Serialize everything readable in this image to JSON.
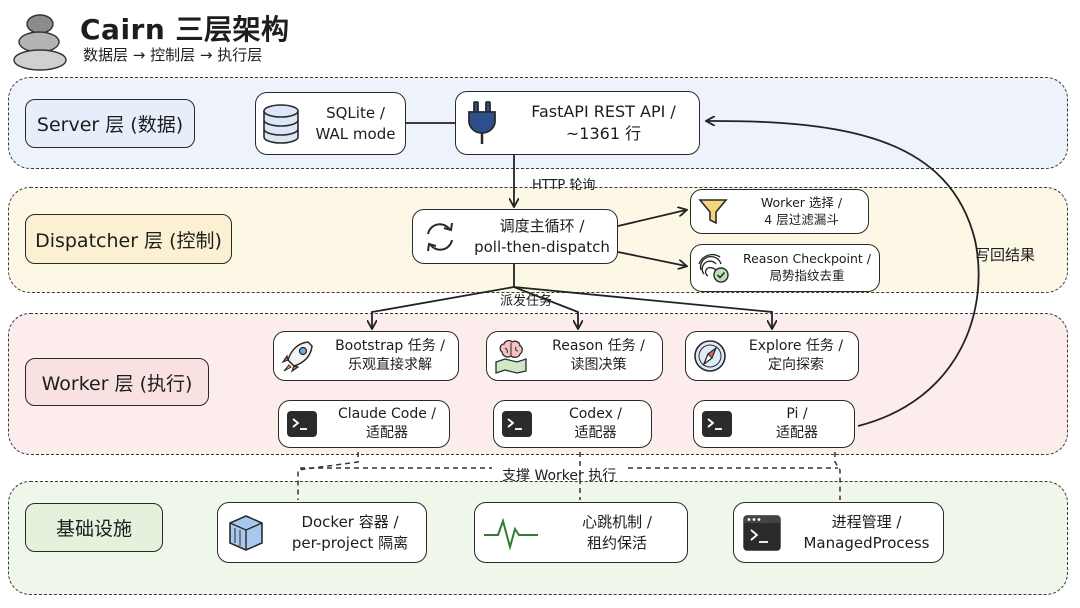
{
  "header": {
    "title": "Cairn 三层架构",
    "subtitle": "数据层 → 控制层 → 执行层"
  },
  "layers": {
    "server": {
      "label": "Server 层 (数据)",
      "bg": "#eef3fb",
      "label_bg": "#e6eefa"
    },
    "dispatcher": {
      "label": "Dispatcher 层 (控制)",
      "bg": "#fdf7e6",
      "label_bg": "#fbf0d2"
    },
    "worker": {
      "label": "Worker 层 (执行)",
      "bg": "#fcecec",
      "label_bg": "#f9e1e1"
    },
    "infra": {
      "label": "基础设施",
      "bg": "#eef7ea",
      "label_bg": "#e4f1dd"
    }
  },
  "nodes": {
    "sqlite": {
      "line1": "SQLite /",
      "line2": "WAL mode",
      "icon": "database-icon"
    },
    "fastapi": {
      "line1": "FastAPI REST API /",
      "line2": "~1361 行",
      "icon": "plug-icon"
    },
    "dispatch_loop": {
      "line1": "调度主循环 /",
      "line2": "poll-then-dispatch",
      "icon": "cycle-arrows-icon"
    },
    "worker_select": {
      "line1": "Worker 选择 /",
      "line2": "4 层过滤漏斗",
      "icon": "funnel-icon"
    },
    "reason_checkpoint": {
      "line1": "Reason Checkpoint /",
      "line2": "局势指纹去重",
      "icon": "fingerprint-check-icon"
    },
    "bootstrap": {
      "line1": "Bootstrap 任务 /",
      "line2": "乐观直接求解",
      "icon": "rocket-icon"
    },
    "reason": {
      "line1": "Reason 任务 /",
      "line2": "读图决策",
      "icon": "brain-map-icon"
    },
    "explore": {
      "line1": "Explore 任务 /",
      "line2": "定向探索",
      "icon": "compass-icon"
    },
    "claude_code": {
      "line1": "Claude Code /",
      "line2": "适配器",
      "icon": "terminal-icon"
    },
    "codex": {
      "line1": "Codex /",
      "line2": "适配器",
      "icon": "terminal-icon"
    },
    "pi": {
      "line1": "Pi /",
      "line2": "适配器",
      "icon": "terminal-icon"
    },
    "docker": {
      "line1": "Docker 容器 /",
      "line2": "per-project 隔离",
      "icon": "container-box-icon"
    },
    "heartbeat": {
      "line1": "心跳机制 /",
      "line2": "租约保活",
      "icon": "heartbeat-icon"
    },
    "process_mgmt": {
      "line1": "进程管理 /",
      "line2": "ManagedProcess",
      "icon": "terminal-window-icon"
    }
  },
  "edges": {
    "http_poll": "HTTP 轮询",
    "dispatch_task": "派发任务",
    "write_back": "写回结果",
    "support_worker": "支撑 Worker 执行"
  }
}
